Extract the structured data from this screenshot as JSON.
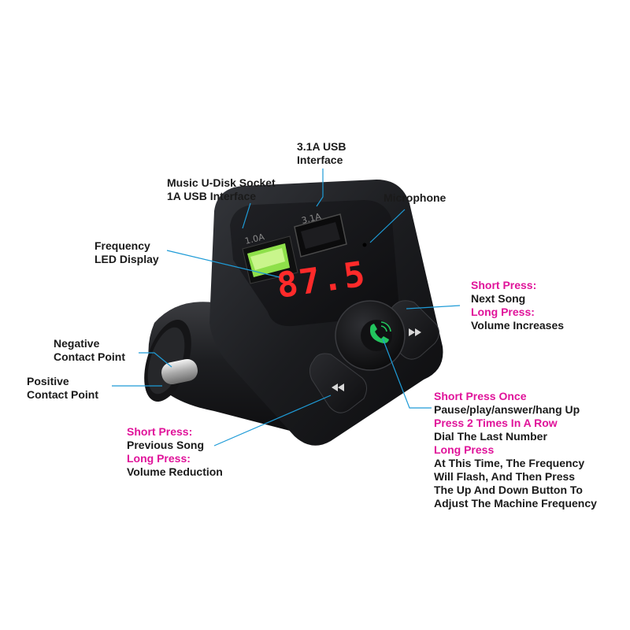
{
  "colors": {
    "leader_line": "#1e9bd7",
    "highlight_text": "#e0139a",
    "body_text": "#1a1a1a",
    "led_red": "#ff2a2a",
    "usb_green": "#8ee04a",
    "call_green": "#22c55e",
    "device_body": "#1b1c1f"
  },
  "device": {
    "led_readout": "87.5",
    "port_left_label": "1.0A",
    "port_right_label": "3.1A",
    "prev_icon": "previous-track-icon",
    "next_icon": "next-track-icon",
    "knob_icon": "phone-call-icon"
  },
  "labels": {
    "usb31": [
      "3.1A USB",
      "Interface"
    ],
    "music": [
      "Music U-Disk Socket",
      "1A USB Interface"
    ],
    "microphone": "Microphone",
    "frequency": [
      "Frequency",
      "LED Display"
    ],
    "negative": [
      "Negative",
      "Contact Point"
    ],
    "positive": [
      "Positive",
      "Contact Point"
    ],
    "next": {
      "short_title": "Short Press:",
      "short_text": "Next Song",
      "long_title": "Long Press:",
      "long_text": "Volume Increases"
    },
    "prev": {
      "short_title": "Short Press:",
      "short_text": "Previous Song",
      "long_title": "Long Press:",
      "long_text": "Volume Reduction"
    },
    "knob": {
      "short_title": "Short Press Once",
      "short_text": "Pause/play/answer/hang Up",
      "twice_title": "Press 2 Times In A Row",
      "twice_text": "Dial The Last Number",
      "long_title": "Long Press",
      "long_text": [
        "At This Time, The Frequency",
        "Will Flash, And Then Press",
        "The Up And Down Button To",
        "Adjust The Machine Frequency"
      ]
    }
  }
}
